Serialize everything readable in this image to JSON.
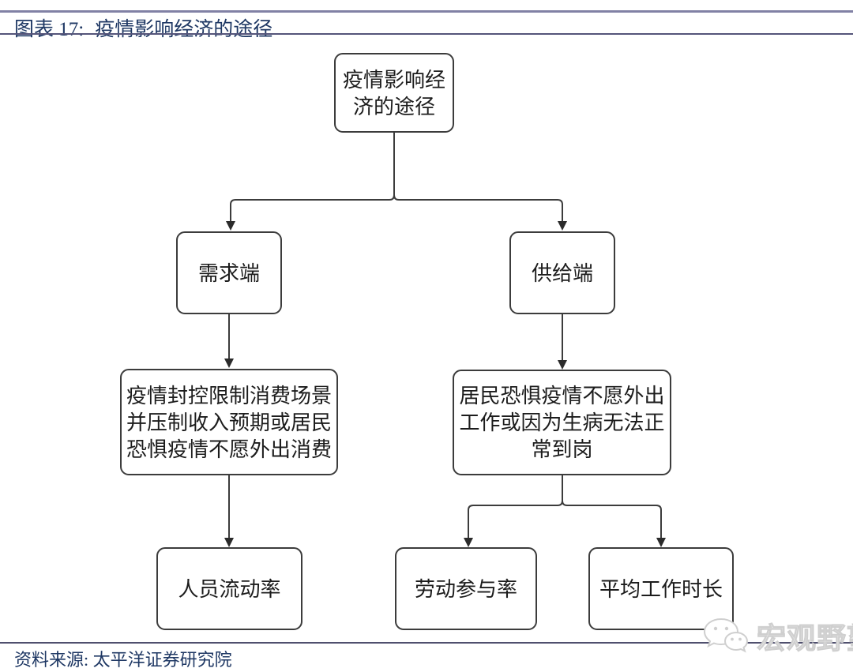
{
  "header": {
    "figure_label": "图表 17:",
    "figure_title": "疫情影响经济的途径"
  },
  "flowchart": {
    "nodes": {
      "root": {
        "label": "疫情影响经\n济的途径"
      },
      "demand": {
        "label": "需求端"
      },
      "supply": {
        "label": "供给端"
      },
      "demand_detail": {
        "label": "疫情封控限制消费场景\n并压制收入预期或居民\n恐惧疫情不愿外出消费"
      },
      "supply_detail": {
        "label": "居民恐惧疫情不愿外出\n工作或因为生病无法正\n常到岗"
      },
      "mobility": {
        "label": "人员流动率"
      },
      "participation": {
        "label": "劳动参与率"
      },
      "hours": {
        "label": "平均工作时长"
      }
    },
    "edges": [
      {
        "from": "root",
        "to": "demand"
      },
      {
        "from": "root",
        "to": "supply"
      },
      {
        "from": "demand",
        "to": "demand_detail"
      },
      {
        "from": "supply",
        "to": "supply_detail"
      },
      {
        "from": "demand_detail",
        "to": "mobility"
      },
      {
        "from": "supply_detail",
        "to": "participation"
      },
      {
        "from": "supply_detail",
        "to": "hours"
      }
    ]
  },
  "footer": {
    "source_text": "资料来源: 太平洋证券研究院"
  },
  "watermark": {
    "icon": "wechat-icon",
    "text": "宏观野望"
  },
  "colors": {
    "title_navy": "#1F3864",
    "rule_purple": "#8181A5",
    "rule_dark": "#55557A",
    "connector": "#3C3C3C",
    "box_border": "#3C3C3C",
    "box_text": "#1C1C1C",
    "watermark_gray": "#E6E6E6"
  }
}
